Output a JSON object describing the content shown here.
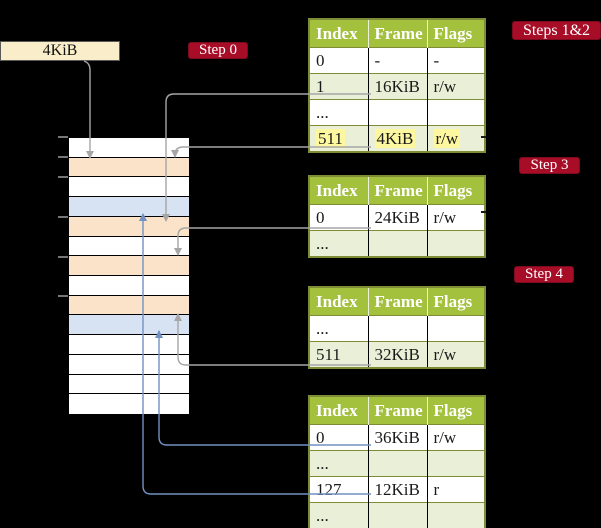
{
  "pointer_box": {
    "label": "4KiB"
  },
  "badges": {
    "step0": "Step 0",
    "steps12": "Steps 1&2",
    "step3": "Step 3",
    "step4": "Step 4"
  },
  "tables": [
    {
      "headers": [
        "Index",
        "Frame",
        "Flags"
      ],
      "rows": [
        [
          "0",
          "-",
          "-"
        ],
        [
          "1",
          "16KiB",
          "r/w"
        ],
        [
          "...",
          "",
          ""
        ],
        [
          "511",
          "4KiB",
          "r/w"
        ]
      ],
      "highlighted_row": "511 | 4KiB | r/w"
    },
    {
      "headers": [
        "Index",
        "Frame",
        "Flags"
      ],
      "rows": [
        [
          "0",
          "24KiB",
          "r/w"
        ],
        [
          "...",
          "",
          ""
        ]
      ]
    },
    {
      "headers": [
        "Index",
        "Frame",
        "Flags"
      ],
      "rows": [
        [
          "...",
          "",
          ""
        ],
        [
          "511",
          "32KiB",
          "r/w"
        ]
      ]
    },
    {
      "headers": [
        "Index",
        "Frame",
        "Flags"
      ],
      "rows": [
        [
          "0",
          "36KiB",
          "r/w"
        ],
        [
          "...",
          "",
          ""
        ],
        [
          "127",
          "12KiB",
          "r"
        ],
        [
          "...",
          "",
          ""
        ]
      ]
    }
  ],
  "memory": {
    "row_types": [
      "white",
      "peach",
      "white",
      "blue",
      "peach",
      "white",
      "peach",
      "white",
      "peach",
      "blue",
      "white",
      "white",
      "white",
      "white"
    ],
    "tick_count": 6
  },
  "connections": [
    "4KiB box -> memory row 2 (page table at 4KiB)",
    "table1 entry 1/16KiB -> memory row 5",
    "table1 entry 511/4KiB -> memory row 2",
    "table2 entry 0/24KiB -> memory row 7",
    "table3 entry 511/32KiB -> memory row 9",
    "table4 entry 0/36KiB -> memory row 10",
    "table4 entry 127/12KiB -> memory row 4"
  ],
  "colors": {
    "badge_red": "#a80d28",
    "header_green": "#a3c13c",
    "olive_border": "#7d8c35",
    "row_light_green": "#eaf0d7",
    "yellow_highlight": "#fdf7a0",
    "peach_row": "#fbe3c9",
    "blue_row": "#d7e3f2",
    "cream_box": "#faeeca",
    "gray_wire": "#a6a6a6",
    "blue_wire": "#7191c1"
  }
}
